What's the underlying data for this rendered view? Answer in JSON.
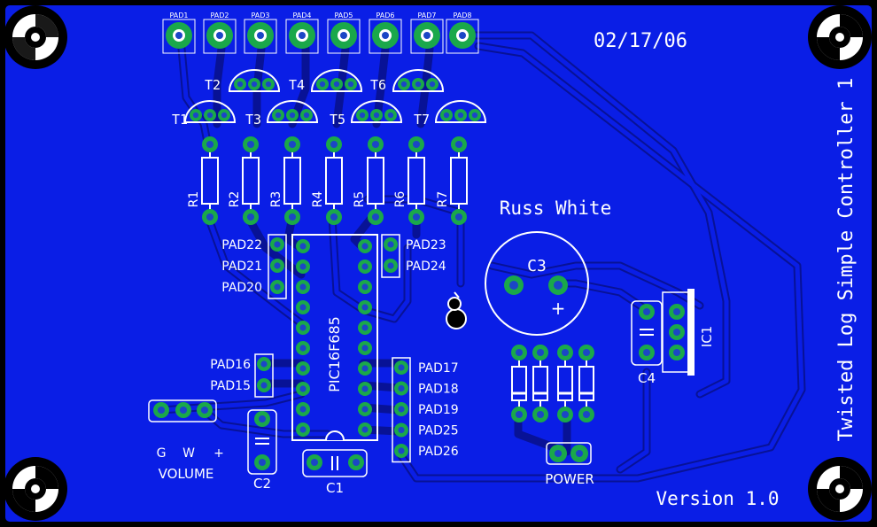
{
  "board": {
    "date": "02/17/06",
    "author": "Russ White",
    "title": "Twisted Log Simple Controller 1",
    "version": "Version 1.0",
    "colors": {
      "board": "#0a1ee6",
      "copper_dark": "#081296",
      "silk": "#ffffff",
      "pad": "#1aa84a",
      "drill": "#1b46c6"
    }
  },
  "top_pads": [
    "PAD1",
    "PAD2",
    "PAD3",
    "PAD4",
    "PAD5",
    "PAD6",
    "PAD7",
    "PAD8"
  ],
  "transistors": [
    "T1",
    "T2",
    "T3",
    "T4",
    "T5",
    "T6",
    "T7"
  ],
  "resistors": [
    "R1",
    "R2",
    "R3",
    "R4",
    "R5",
    "R6",
    "R7"
  ],
  "chip": "PIC16F685",
  "left_pads_upper": [
    "PAD22",
    "PAD21",
    "PAD20"
  ],
  "right_pads_upper": [
    "PAD23",
    "PAD24"
  ],
  "left_pads_lower": [
    "PAD16",
    "PAD15"
  ],
  "right_pads_lower": [
    "PAD17",
    "PAD18",
    "PAD19",
    "PAD25",
    "PAD26"
  ],
  "volume": {
    "g": "G",
    "w": "W",
    "plus": "+",
    "label": "VOLUME"
  },
  "caps": {
    "c1": "C1",
    "c2": "C2",
    "c3": "C3",
    "c3_polarity": "+",
    "c4": "C4"
  },
  "ic1": "IC1",
  "power": "POWER"
}
